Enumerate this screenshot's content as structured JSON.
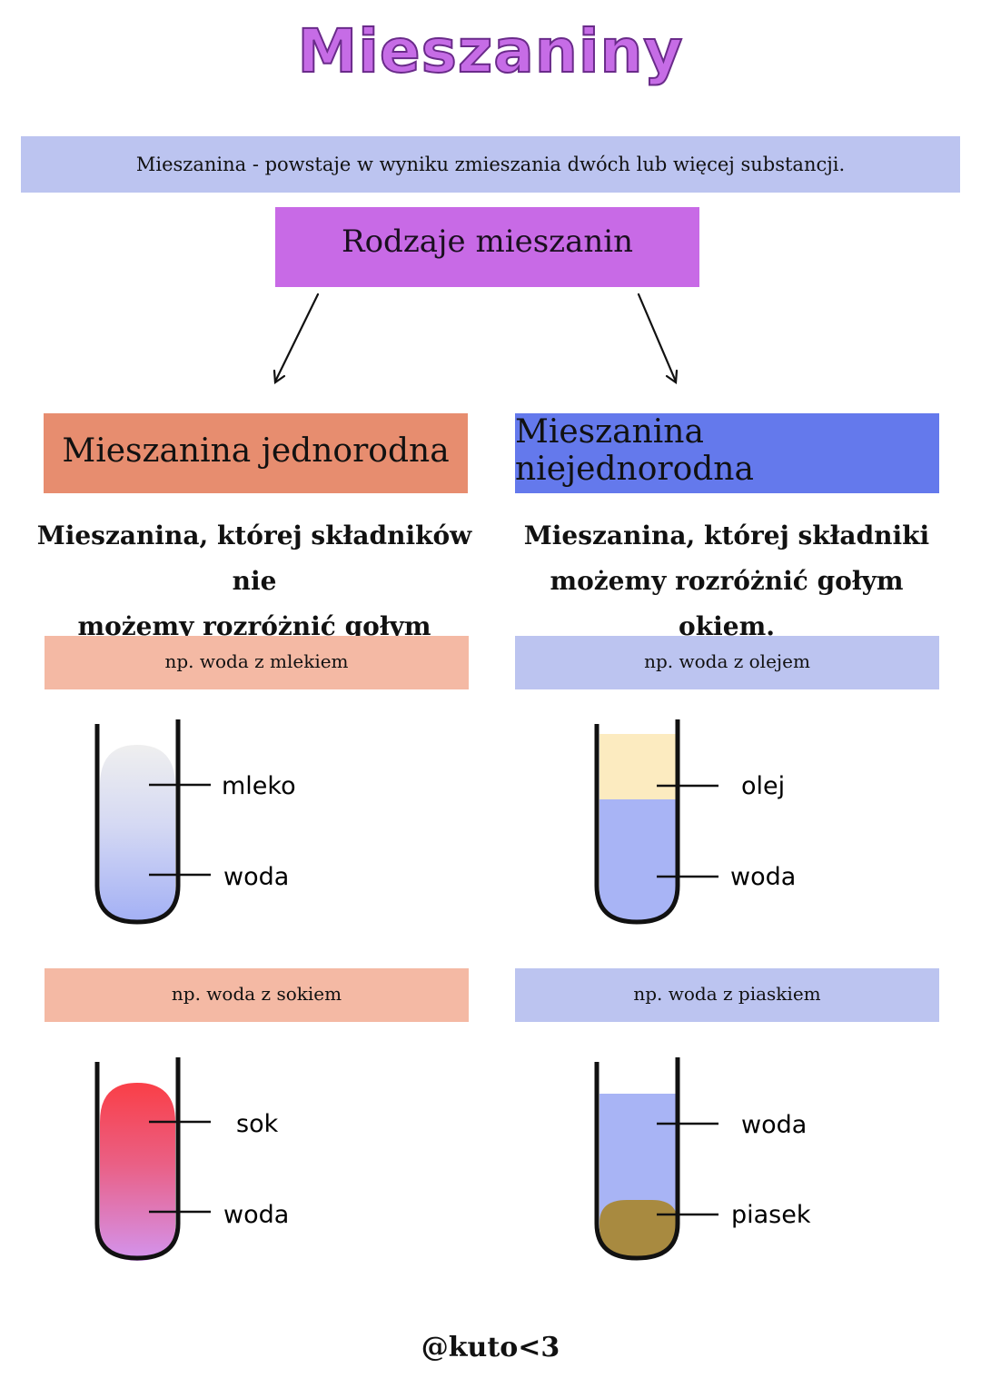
{
  "title": "Mieszaniny",
  "definition": "Mieszanina - powstaje w wyniku zmieszania dwóch lub więcej substancji.",
  "kinds_heading": "Rodzaje mieszanin",
  "colors": {
    "title": "#c66ce6",
    "definition_bar": "#bcc4f0",
    "kinds_box": "#c86ae6",
    "homogeneous_header": "#e78d6f",
    "heterogeneous_header": "#6479ec",
    "homogeneous_example": "#f4b9a4",
    "heterogeneous_example": "#bcc4f0",
    "water": "#a8b4f5",
    "milk": "#ececf0",
    "oil": "#fcebc0",
    "juice": "#f9444e",
    "juice_bottom": "#d88de8",
    "sand": "#a88a40"
  },
  "homogeneous": {
    "name": "Mieszanina jednorodna",
    "description_line1": "Mieszanina, której składników nie",
    "description_line2": "możemy rozróżnić gołym okiem.",
    "examples": [
      {
        "label": "np. woda z mlekiem",
        "tube": {
          "top_label": "mleko",
          "bottom_label": "woda"
        }
      },
      {
        "label": "np. woda z sokiem",
        "tube": {
          "top_label": "sok",
          "bottom_label": "woda"
        }
      }
    ]
  },
  "heterogeneous": {
    "name": "Mieszanina niejednorodna",
    "description_line1": "Mieszanina, której składniki",
    "description_line2": "możemy rozróżnić gołym okiem.",
    "examples": [
      {
        "label": "np. woda z olejem",
        "tube": {
          "top_label": "olej",
          "bottom_label": "woda"
        }
      },
      {
        "label": "np. woda z piaskiem",
        "tube": {
          "top_label": "woda",
          "bottom_label": "piasek"
        }
      }
    ]
  },
  "footer": "@kuto<3"
}
